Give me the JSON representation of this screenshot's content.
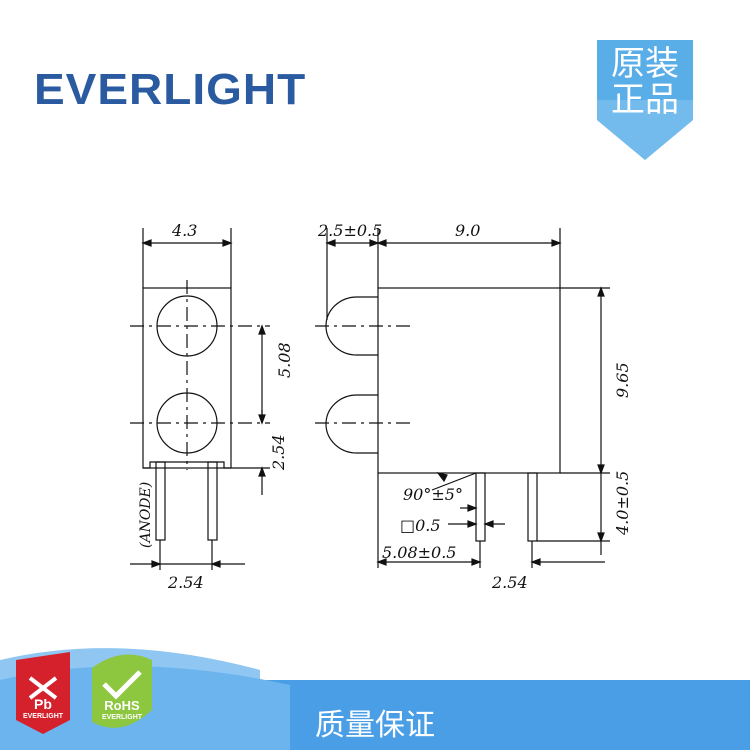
{
  "brand": {
    "logo_text": "EVERLIGHT"
  },
  "top_badge": {
    "line1": "原装",
    "line2": "正品"
  },
  "footer": {
    "text": "质量保证",
    "pb_badge": "Pb",
    "pb_brand": "EVERLIGHT",
    "rohs_badge": "RoHS",
    "rohs_brand": "EVERLIGHT"
  },
  "dimensions": {
    "front_width": "4.3",
    "pitch_vertical": "5.08",
    "pitch_bottom": "2.54",
    "pin_spacing_front": "2.54",
    "anode_label": "(ANODE)",
    "lens_offset": "2.5±0.5",
    "body_depth": "9.0",
    "body_height": "9.65",
    "angle": "90°±5°",
    "pin_square": "□0.5",
    "pin_position": "5.08±0.5",
    "pin_spacing_side": "2.54",
    "standoff": "4.0±0.5"
  },
  "colors": {
    "brand_blue": "#2a5aa0",
    "badge_blue": "#5aaee8",
    "footer_blue": "#4a9ee6",
    "pb_red": "#d4212c",
    "rohs_green": "#8dc63f"
  }
}
